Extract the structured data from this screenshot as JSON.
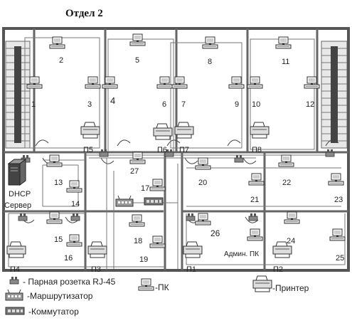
{
  "title": "Отдел 2",
  "pcs": {
    "1": "1",
    "2": "2",
    "3": "3",
    "4": "4",
    "5": "5",
    "6": "6",
    "7": "7",
    "8": "8",
    "9": "9",
    "10": "10",
    "11": "11",
    "12": "12",
    "13": "13",
    "14": "14",
    "15": "15",
    "16": "16",
    "17": "17",
    "18": "18",
    "19": "19",
    "20": "20",
    "21": "21",
    "22": "22",
    "23": "23",
    "24": "24",
    "25": "25",
    "26": "26",
    "27": "27"
  },
  "admin_pc": "Админ. ПК",
  "printers": {
    "p1": "П1",
    "p2": "П2",
    "p3": "П3",
    "p4": "П4",
    "p5": "П5",
    "p6": "П6",
    "p7": "П7",
    "p8": "П8"
  },
  "server": {
    "line1": "DHCP",
    "line2": "Сервер"
  },
  "legend": {
    "socket": "- Парная розетка RJ-45",
    "router": "-Маршрутизатор",
    "switch": "-Коммутатор",
    "pc": "-ПК",
    "printer": "-Принтер"
  },
  "icons": [
    "pc-icon",
    "printer-icon",
    "socket-icon",
    "router-icon",
    "switch-icon",
    "server-icon"
  ]
}
